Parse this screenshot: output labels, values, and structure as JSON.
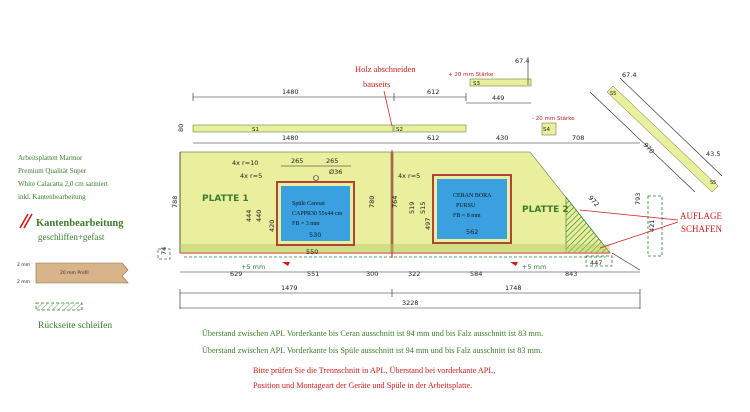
{
  "colors": {
    "panel": "#e9ef9c",
    "edge": "#b3c96b",
    "red": "#d01c1c",
    "green": "#3a7d2a",
    "sinkFill": "#3aa0e0",
    "sinkFrame": "#b0433a",
    "hatch": "#2e7d32"
  },
  "material": {
    "line1": "Arbeitsplatten Marmor",
    "line2": "Premium Qualität Super",
    "line3": "White Calacatta 2,0 cm satiniert",
    "line4": "inkl. Kantenbearbeitung"
  },
  "legend": {
    "edge_title": "Kantenbearbeitung",
    "edge_sub": "geschliffen+gefast",
    "profile_label": "20 mm Profil",
    "mm_top": "2 mm",
    "mm_bottom": "2 mm",
    "back_label": "Rückseite schleifen"
  },
  "plates": {
    "p1": "PLATTE 1",
    "p2": "PLATTE 2"
  },
  "sink": {
    "line1": "Spüle Caressi",
    "line2": "CAPPR30 55x44 cm",
    "line3": "FB = 3 mm",
    "width": "530"
  },
  "ceran": {
    "line1": "CERAN BORA",
    "line2": "PURSU",
    "line3": "FB = 8 mm",
    "width": "562"
  },
  "strips": {
    "s1": "S1",
    "s2": "S2",
    "s3": "S3",
    "s4": "S4",
    "s5": "S5",
    "s5b": "S5"
  },
  "notes": {
    "holz1": "Holz abschneiden",
    "holz2": "bauseits",
    "stk20a": "+ 20 mm Stärke",
    "stk20b": "- 20 mm Stärke",
    "aufl1": "AUFLAGE",
    "aufl2": "SCHAFEN"
  },
  "dims": {
    "d1480": "1480",
    "d612": "612",
    "d449": "449",
    "d674": "67.4",
    "d1480b": "1480",
    "d612b": "612",
    "d430": "430",
    "d708": "708",
    "d674b": "67.4",
    "d970": "970",
    "d435": "43.5",
    "d80": "80",
    "d788": "788",
    "d780": "780",
    "d793": "793",
    "d421": "421",
    "d4xr10": "4x r=10",
    "d4xr5": "4x r=5",
    "d4xr5b": "4x r=5",
    "d265a": "265",
    "d265b": "265",
    "d36": "Ø36",
    "d444": "444",
    "d440": "440",
    "d420": "420",
    "d550": "550",
    "d629": "629",
    "d551": "551",
    "d300": "300",
    "d5mm": "+5 mm",
    "d5mmb": "+5 mm",
    "d764": "764",
    "d519": "519",
    "d515": "515",
    "d497": "497",
    "d322": "322",
    "d584": "584",
    "d843": "843",
    "d447": "447",
    "d972": "972",
    "d74": "74",
    "d1479": "1479",
    "d1748": "1748",
    "d3228": "3228"
  },
  "footer": {
    "line1": "Überstand zwischen APL Vorderkante bis Ceran ausschnitt ist 94 mm und bis Falz ausschnitt ist 83 mm.",
    "line2": "Überstand zwischen APL Vorderkante bis Spüle ausschnitt ist 94 mm und bis Falz ausschnitt ist 83 mm.",
    "line3": "Bitte prüfen Sie die Trennschnitt in APL, Überstand bei vorderkante APL,",
    "line4": "Position und Montageart der Geräte und Spüle in der Arbeitsplatte."
  }
}
